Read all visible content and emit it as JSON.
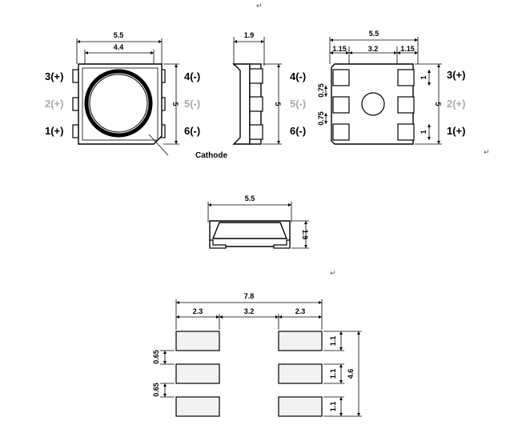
{
  "return_mark": "↵",
  "colors": {
    "line": "#000000",
    "muted_pin": "#aaaaaa",
    "pad_fill": "#f2f2f2"
  },
  "top_view": {
    "width": "5.5",
    "lens": "4.4",
    "height": "5",
    "pins_left": [
      "3(+)",
      "2(+)",
      "1(+)"
    ],
    "pins_right": [
      "4(-)",
      "5(-)",
      "6(-)"
    ],
    "cathode_label": "Cathode"
  },
  "side_view": {
    "width": "1.9",
    "height": "5"
  },
  "bottom_view": {
    "width": "5.5",
    "left_margin": "1.15",
    "center": "3.2",
    "right_margin": "1.15",
    "pitch_a": "0.75",
    "pitch_b": "0.75",
    "pad_size": [
      "1",
      "1"
    ],
    "height": "5",
    "pins_left": [
      "4(-)",
      "5(-)",
      "6(-)"
    ],
    "pins_right": [
      "3(+)",
      "2(+)",
      "1(+)"
    ]
  },
  "profile_view": {
    "width": "5.5",
    "height": "1.9"
  },
  "footprint": {
    "total_width": "7.8",
    "left_pad": "2.3",
    "gap": "3.2",
    "right_pad": "2.3",
    "spacing_a": "0.65",
    "spacing_b": "0.65",
    "pad_heights": [
      "1.1",
      "1.1",
      "1.1"
    ],
    "total_height": "4.6"
  }
}
